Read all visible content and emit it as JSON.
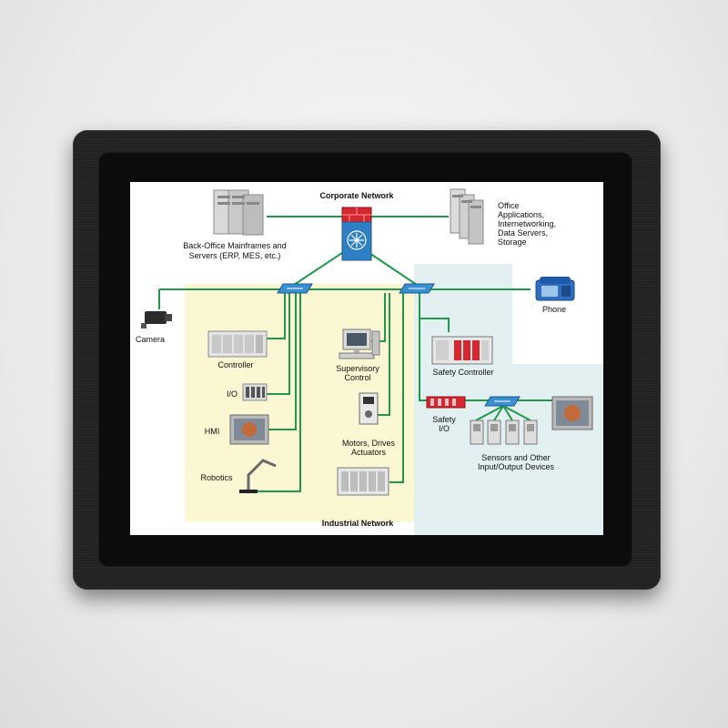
{
  "diagram": {
    "corporate_title": "Corporate Network",
    "industrial_title": "Industrial Network",
    "nodes": {
      "mainframes_line1": "Back-Office Mainframes and",
      "mainframes_line2": "Servers (ERP, MES, etc.)",
      "office_line1": "Office",
      "office_line2": "Applications,",
      "office_line3": "Internetworking,",
      "office_line4": "Data Servers,",
      "office_line5": "Storage",
      "camera": "Camera",
      "phone": "Phone",
      "controller": "Controller",
      "io": "I/O",
      "hmi": "HMI",
      "robotics": "Robotics",
      "supervisory_line1": "Supervisory",
      "supervisory_line2": "Control",
      "motors_line1": "Motors, Drives",
      "motors_line2": "Actuators",
      "safety_controller": "Safety Controller",
      "safety_io_line1": "Safety",
      "safety_io_line2": "I/O",
      "sensors_line1": "Sensors and Other",
      "sensors_line2": "Input/Output Devices"
    }
  },
  "colors": {
    "link": "#1e9a4a",
    "yellow_zone": "#fbf7d2",
    "blue_zone": "#e2f0f2",
    "switch": "#3a8fd0",
    "firewall": "#d7262e"
  }
}
